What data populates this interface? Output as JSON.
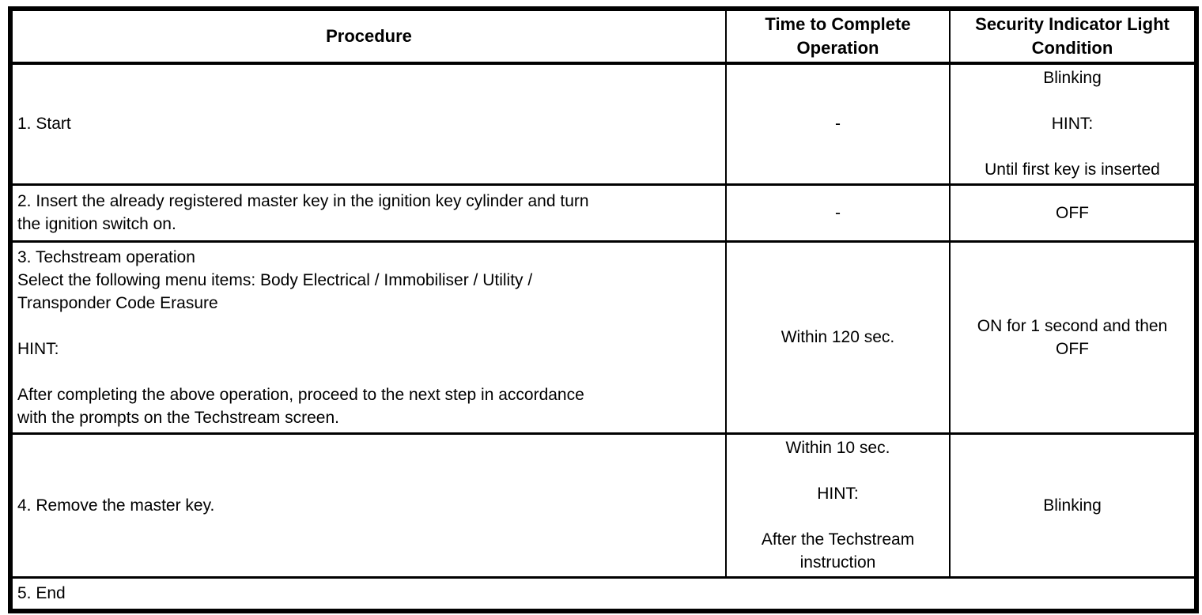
{
  "table": {
    "columns": {
      "procedure": "Procedure",
      "time": "Time to Complete\nOperation",
      "security": "Security Indicator Light\nCondition"
    },
    "rows": [
      {
        "procedure": "1. Start",
        "time": "-",
        "security": "Blinking\n\nHINT:\n\nUntil first key is inserted"
      },
      {
        "procedure": "2. Insert the already registered master key in the ignition key cylinder and turn\nthe ignition switch on.",
        "time": "-",
        "security": "OFF"
      },
      {
        "procedure": "3. Techstream operation\nSelect the following menu items: Body Electrical / Immobiliser / Utility /\nTransponder Code Erasure\n\nHINT:\n\nAfter completing the above operation, proceed to the next step in accordance\nwith the prompts on the Techstream screen.",
        "time": "Within 120 sec.",
        "security": "ON for 1 second and then\nOFF"
      },
      {
        "procedure": "4. Remove the master key.",
        "time": "Within 10 sec.\n\nHINT:\n\nAfter the Techstream\ninstruction",
        "security": "Blinking"
      },
      {
        "procedure": "5. End"
      }
    ]
  }
}
